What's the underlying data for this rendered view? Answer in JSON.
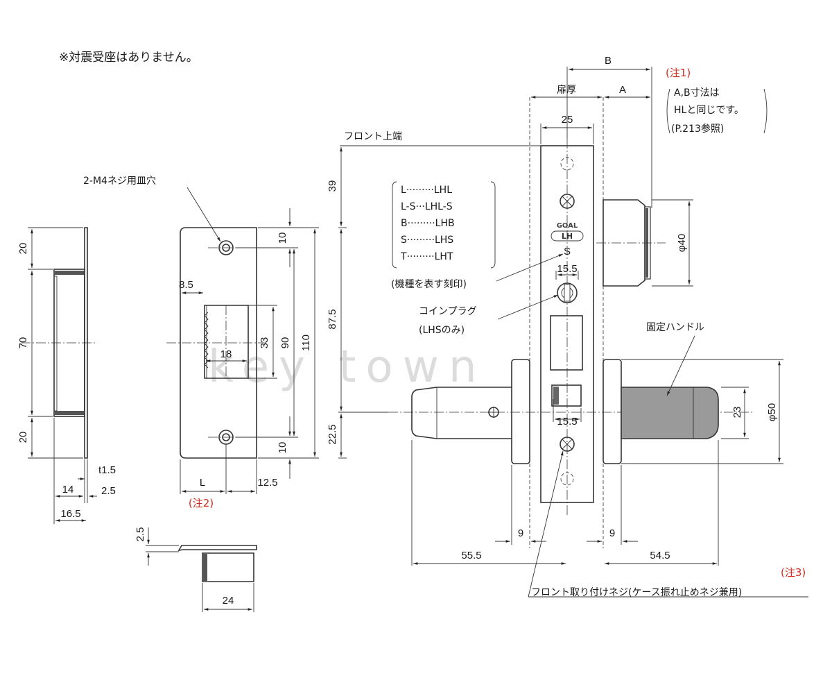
{
  "header_note": "※対震受座はありません。",
  "labels": {
    "screw_hole": "2-M4ネジ用皿穴",
    "front_top": "フロント上端",
    "model_mark": "(機種を表す刻印)",
    "coin_plug": "コインプラグ",
    "coin_plug_note": "(LHSのみ)",
    "fixed_handle": "固定ハンドル",
    "front_screw": "フロント取り付けネジ(ケース振れ止めネジ兼用)",
    "door_thickness": "扉厚",
    "mark_letter": "S",
    "brand": "GOAL",
    "brand_code": "LH"
  },
  "model_list": [
    {
      "letter": "L",
      "dots": "·········",
      "code": "LHL"
    },
    {
      "letter": "L-S",
      "dots": "···",
      "code": "LHL-S"
    },
    {
      "letter": "B",
      "dots": "·········",
      "code": "LHB"
    },
    {
      "letter": "S",
      "dots": "·········",
      "code": "LHS"
    },
    {
      "letter": "T",
      "dots": "·········",
      "code": "LHT"
    }
  ],
  "notes": {
    "note1_title": "(注1)",
    "note1_line1": "A,B寸法は",
    "note1_line2": "HLと同じです。",
    "note1_line3": "(P.213参照)",
    "note2": "(注2)",
    "note3": "(注3)"
  },
  "dimensions": {
    "strike_top": "20",
    "strike_mid": "70",
    "strike_bottom": "20",
    "t": "t1.5",
    "d14": "14",
    "d2_5": "2.5",
    "d16_5": "16.5",
    "plate_top": "10",
    "plate_bottom": "10",
    "d8_5": "8.5",
    "d18": "18",
    "d33": "33",
    "d90": "90",
    "d110": "110",
    "L": "L",
    "d12_5": "12.5",
    "bottom_t": "2.5",
    "bottom_w": "24",
    "d39": "39",
    "d87_5": "87.5",
    "d22_5": "22.5",
    "B": "B",
    "A": "A",
    "d25": "25",
    "d15_5a": "15.5",
    "d15_5b": "15.5",
    "phi40": "φ40",
    "phi50": "φ50",
    "d23": "23",
    "d9a": "9",
    "d9b": "9",
    "d55_5": "55.5",
    "d54_5": "54.5"
  },
  "watermark": "key town"
}
